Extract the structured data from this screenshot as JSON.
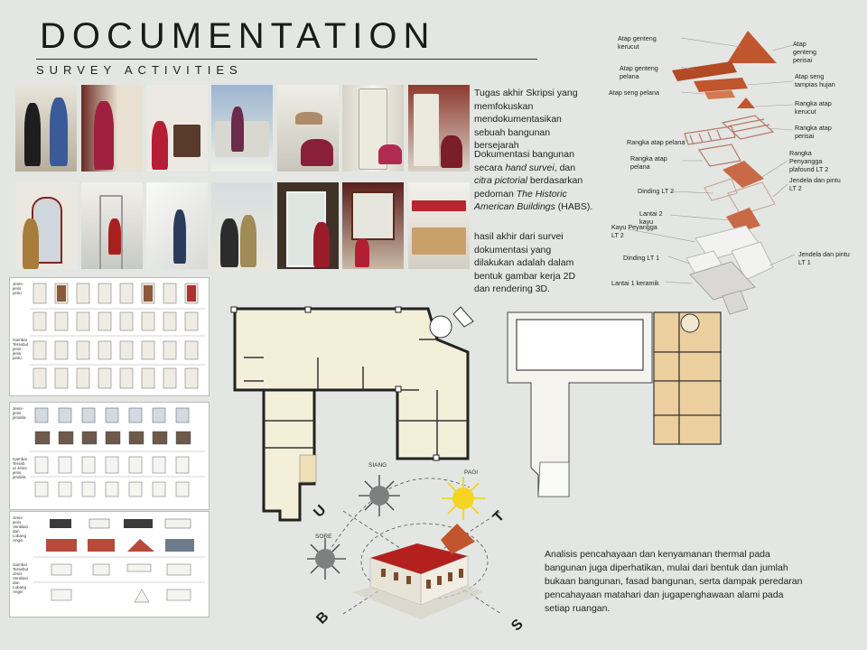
{
  "header": {
    "title": "DOCUMENTATION",
    "subtitle": "SURVEY ACTIVITIES"
  },
  "description": {
    "p1": "Tugas akhir Skripsi yang memfokuskan mendokumentasikan sebuah bangunan bersejarah",
    "p2_a": "Dokumentasi bangunan secara ",
    "p2_b": "hand survei",
    "p2_c": ", dan ",
    "p2_d": "citra pictorial",
    "p2_e": " berdasarkan pedoman ",
    "p2_f": "The Historic American Buildings",
    "p2_g": " (HABS).",
    "p3": "hasil akhir dari survei dokumentasi yang dilakukan adalah dalam bentuk gambar kerja 2D dan rendering 3D."
  },
  "exploded_labels": [
    "Atap genteng kerucut",
    "Atap genteng perisai",
    "Atap genteng pelana",
    "Atap seng tampias hujan",
    "Atap seng pelana",
    "Rangka atap kerucut",
    "Rangka atap perisai",
    "Rangka atap pelana",
    "Rangka atap pelana",
    "Rangka Penyangga plafound LT 2",
    "Jendela dan pintu LT 2",
    "Dinding LT 2",
    "Lantai 2 kayu",
    "Kayu Peyangga LT 2",
    "Dinding LT 1",
    "Jendela dan pintu LT 1",
    "Lantai 1 keramik"
  ],
  "sheet_labels": {
    "doors": "Jenis-jenis pintu",
    "doors_detail": "Gambar Tersebut jenis-jenis pintu",
    "windows": "Jenis-jenis jendela",
    "windows_detail": "Gambar Terseb ut Jenis-jenis jendela",
    "vents": "Jenis-jenis Ventilasi dan Lubang Angin",
    "vents_detail": "Gambar Tersebut Jenis Ventilasi dan Lubang Angin"
  },
  "compass": {
    "siang": "SIANG",
    "pagi": "PAGI",
    "sore": "SORE",
    "u": "U",
    "t": "T",
    "b": "B",
    "s": "S"
  },
  "analysis": "Analisis pencahayaan dan kenyamanan thermal pada bangunan juga diperhatikan, mulai dari bentuk dan jumlah bukaan bangunan, fasad bangunan, serta dampak peredaran pencahayaan matahari dan jugapenghawaan alami pada setiap ruangan.",
  "colors": {
    "background": "#e3e6e2",
    "roof": "#c0552e",
    "floor": "#f2edd6",
    "wood_floor": "#e8cfa4",
    "sun": "#f5d321"
  }
}
